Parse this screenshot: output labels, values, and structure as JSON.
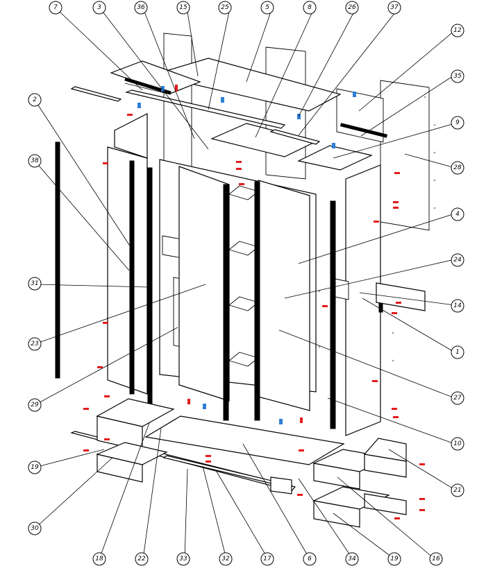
{
  "diagram": {
    "callouts": [
      {
        "label": "7"
      },
      {
        "label": "3"
      },
      {
        "label": "36"
      },
      {
        "label": "15"
      },
      {
        "label": "25"
      },
      {
        "label": "5"
      },
      {
        "label": "8"
      },
      {
        "label": "26"
      },
      {
        "label": "37"
      },
      {
        "label": "12"
      },
      {
        "label": "35"
      },
      {
        "label": "9"
      },
      {
        "label": "28"
      },
      {
        "label": "4"
      },
      {
        "label": "24"
      },
      {
        "label": "14"
      },
      {
        "label": "1"
      },
      {
        "label": "27"
      },
      {
        "label": "10"
      },
      {
        "label": "21"
      },
      {
        "label": "16"
      },
      {
        "label": "19"
      },
      {
        "label": "6"
      },
      {
        "label": "34"
      },
      {
        "label": "17"
      },
      {
        "label": "32"
      },
      {
        "label": "33"
      },
      {
        "label": "22"
      },
      {
        "label": "18"
      },
      {
        "label": "30"
      },
      {
        "label": "19"
      },
      {
        "label": "29"
      },
      {
        "label": "23"
      },
      {
        "label": "31"
      },
      {
        "label": "38"
      },
      {
        "label": "2"
      }
    ],
    "colors": {
      "line": "#000000",
      "background": "#ffffff",
      "fastener_red": "#e31b1b",
      "fastener_blue": "#2f7fd6"
    }
  }
}
